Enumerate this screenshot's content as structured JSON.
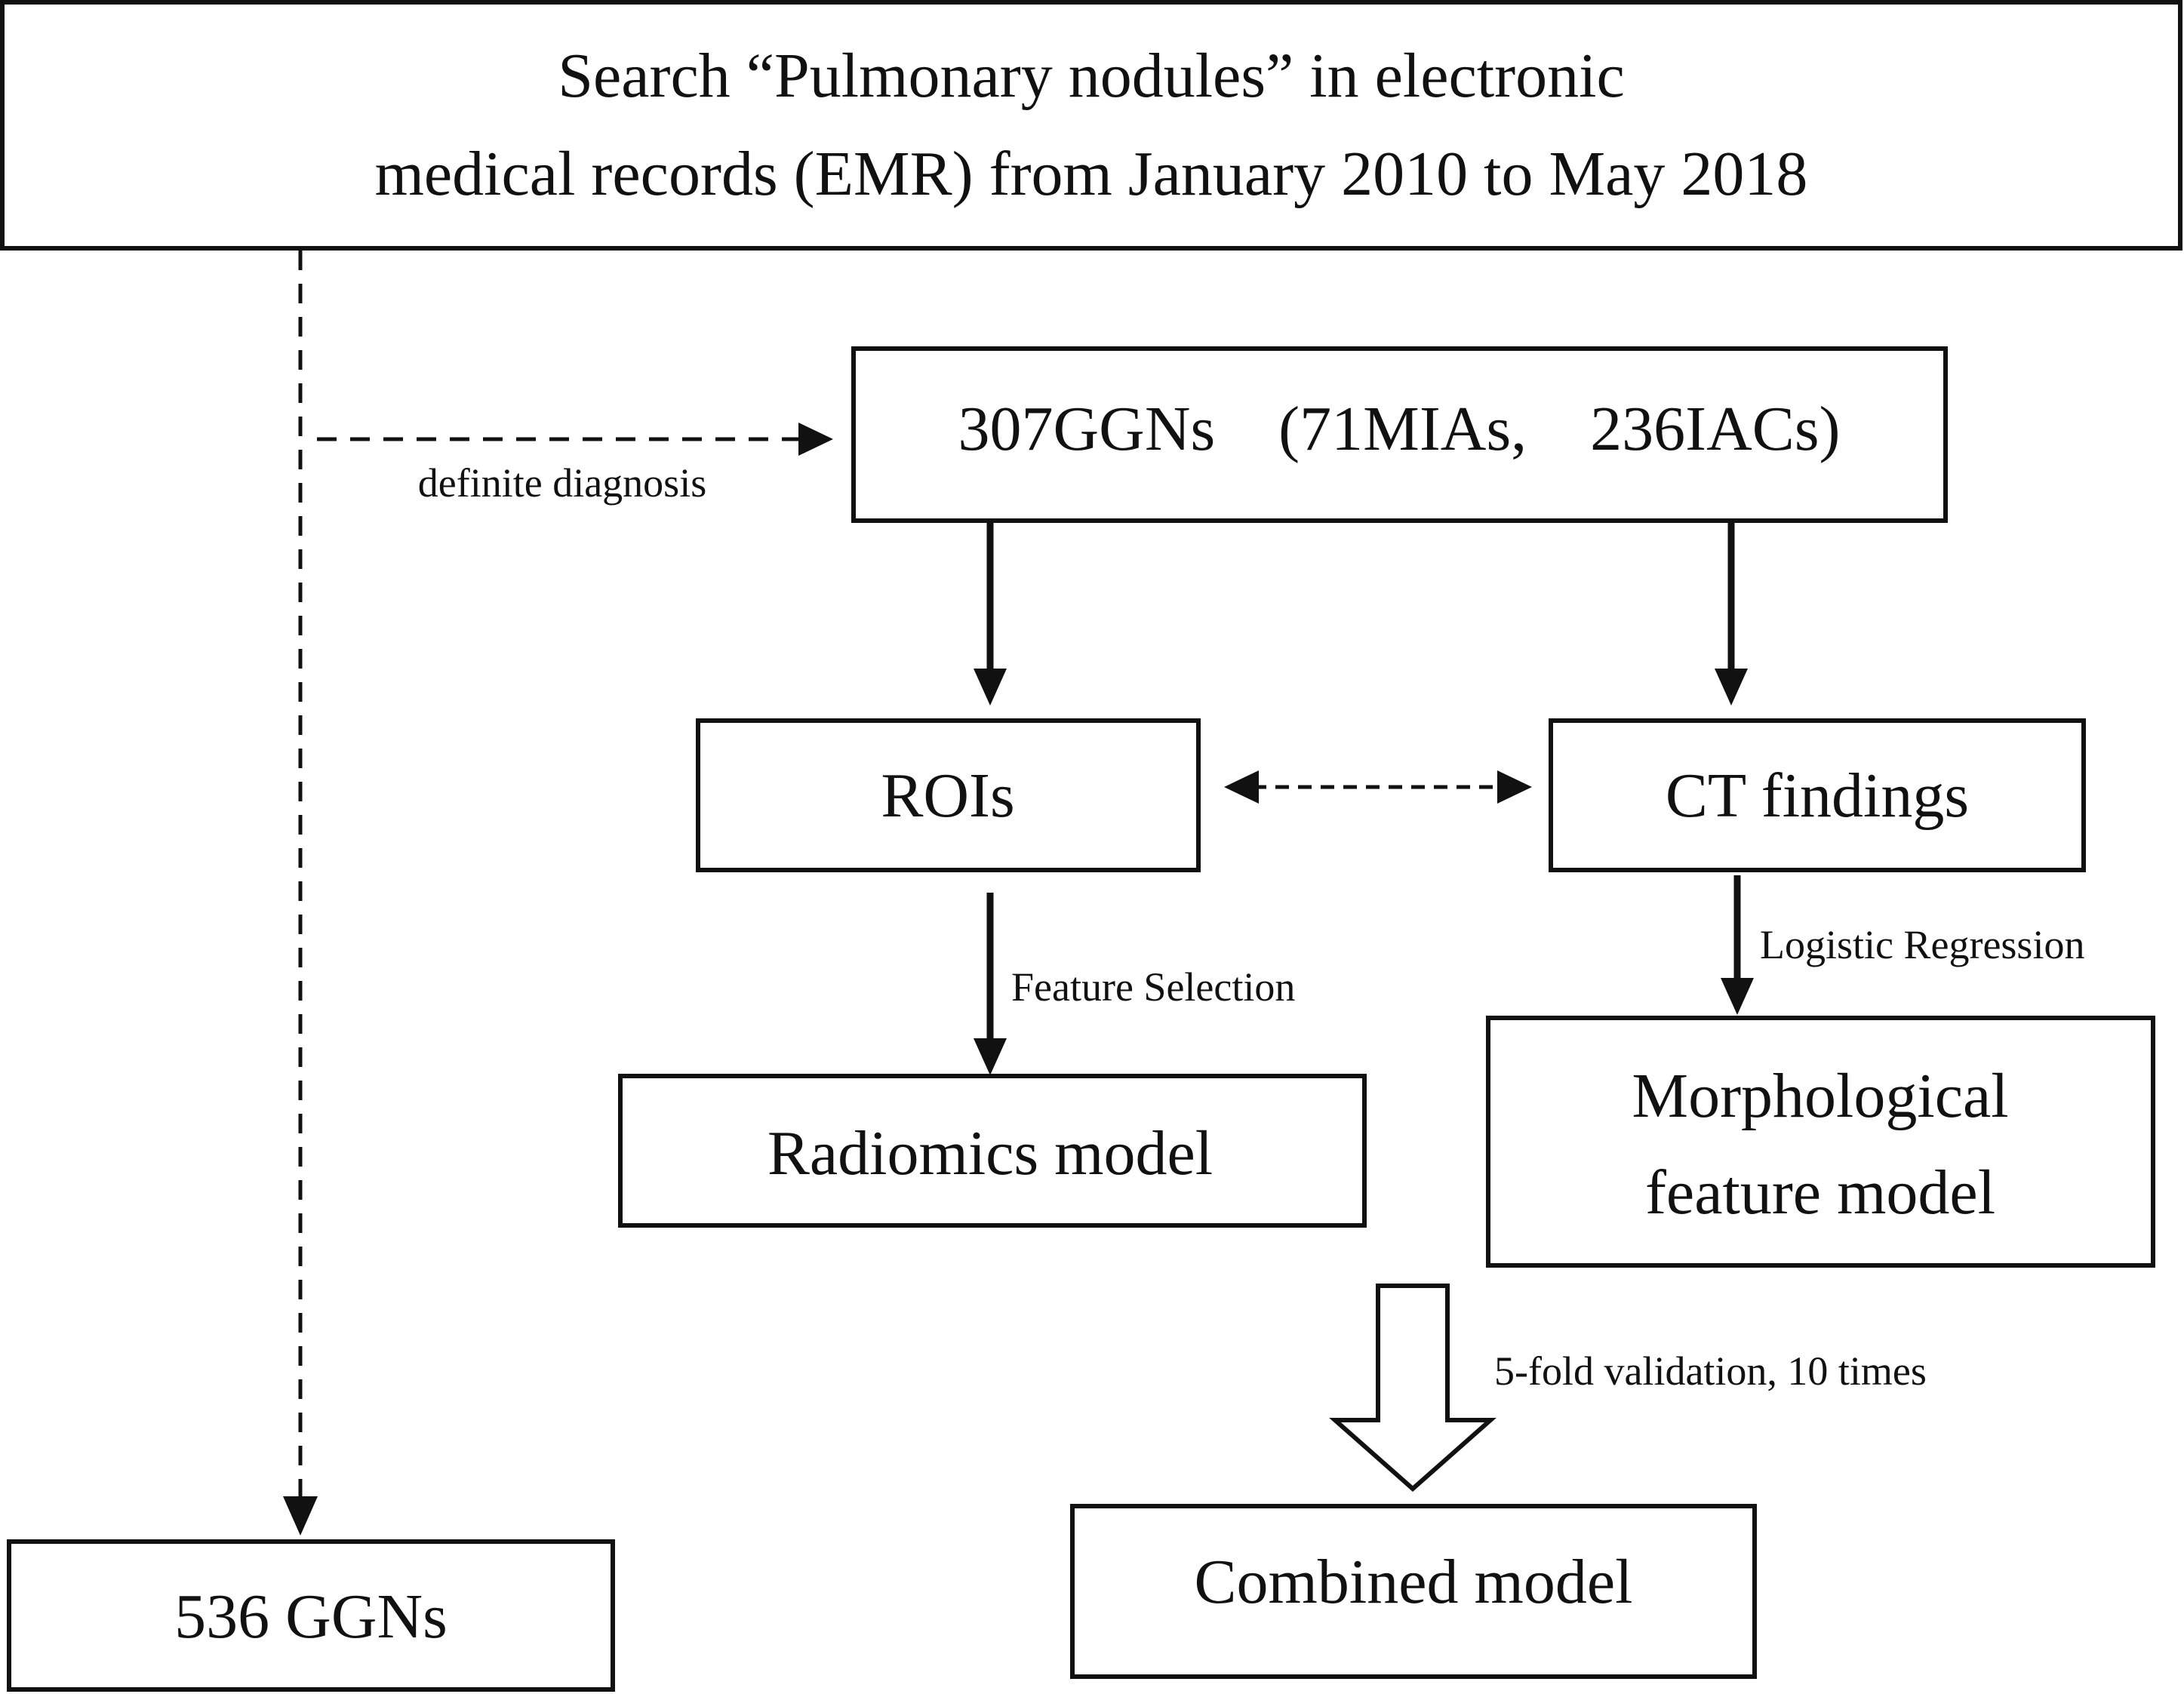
{
  "boxes": {
    "search": {
      "line1": "Search “Pulmonary nodules” in electronic",
      "line2": "medical records (EMR) from January 2010 to May 2018"
    },
    "ggn307": {
      "text": "307GGNs　(71MIAs,　236IACs)"
    },
    "rois": {
      "text": "ROIs"
    },
    "ct_findings": {
      "text": "CT findings"
    },
    "radiomics_model": {
      "text": "Radiomics model"
    },
    "morph_model": {
      "line1": "Morphological",
      "line2": "feature model"
    },
    "combined_model": {
      "text": "Combined model"
    },
    "ggn536": {
      "text": "536 GGNs"
    }
  },
  "edge_labels": {
    "definite_diagnosis": "definite diagnosis",
    "feature_selection": "Feature Selection",
    "logistic_regression": "Logistic Regression",
    "fold_validation": "5-fold validation, 10 times"
  },
  "colors": {
    "stroke": "#111111",
    "background": "#ffffff"
  }
}
